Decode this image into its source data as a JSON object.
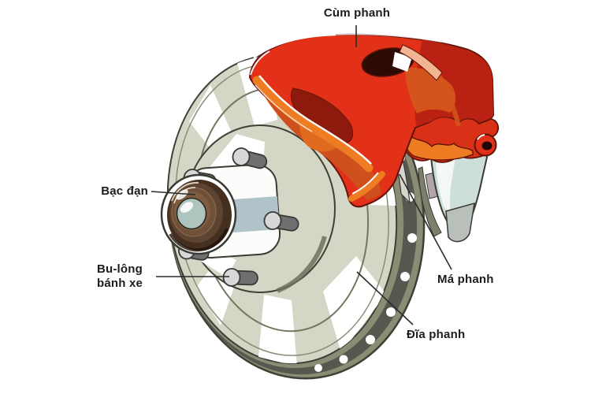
{
  "diagram": {
    "subject": "disc-brake-assembly",
    "labels": {
      "caliper": "Cùm phanh",
      "bearing": "Bạc đạn",
      "wheel_bolt_line1": "Bu-lông",
      "wheel_bolt_line2": "bánh xe",
      "brake_pad": "Má phanh",
      "brake_disc": "Đĩa phanh"
    },
    "parts": [
      {
        "label": "Cùm phanh",
        "target": "brake-caliper"
      },
      {
        "label": "Bạc đạn",
        "target": "wheel-bearing"
      },
      {
        "label": "Bu-lông bánh xe",
        "target": "wheel-stud"
      },
      {
        "label": "Má phanh",
        "target": "brake-pad"
      },
      {
        "label": "Đĩa phanh",
        "target": "brake-disc"
      }
    ],
    "colors": {
      "background": "#ffffff",
      "disc_face": "#d5d7c6",
      "disc_edge_dark": "#57564f",
      "disc_edge_olive": "#8b8c74",
      "outline": "#3f3f37",
      "caliper_red": "#e23019",
      "caliper_dark_red": "#b92113",
      "caliper_orange": "#ee7c22",
      "caliper_salmon": "#f2b491",
      "bracket": "#cedfd9",
      "hub_face": "#fcfcfa",
      "hub_band": "#b0c3c9",
      "bearing_brown": "#45301f",
      "bearing_cap": "#aec4be",
      "stud_body": "#6e6f70",
      "stud_cap": "#d7d8d9",
      "label_text": "#1c1c1c",
      "leader_line": "#2b2b2b"
    }
  }
}
